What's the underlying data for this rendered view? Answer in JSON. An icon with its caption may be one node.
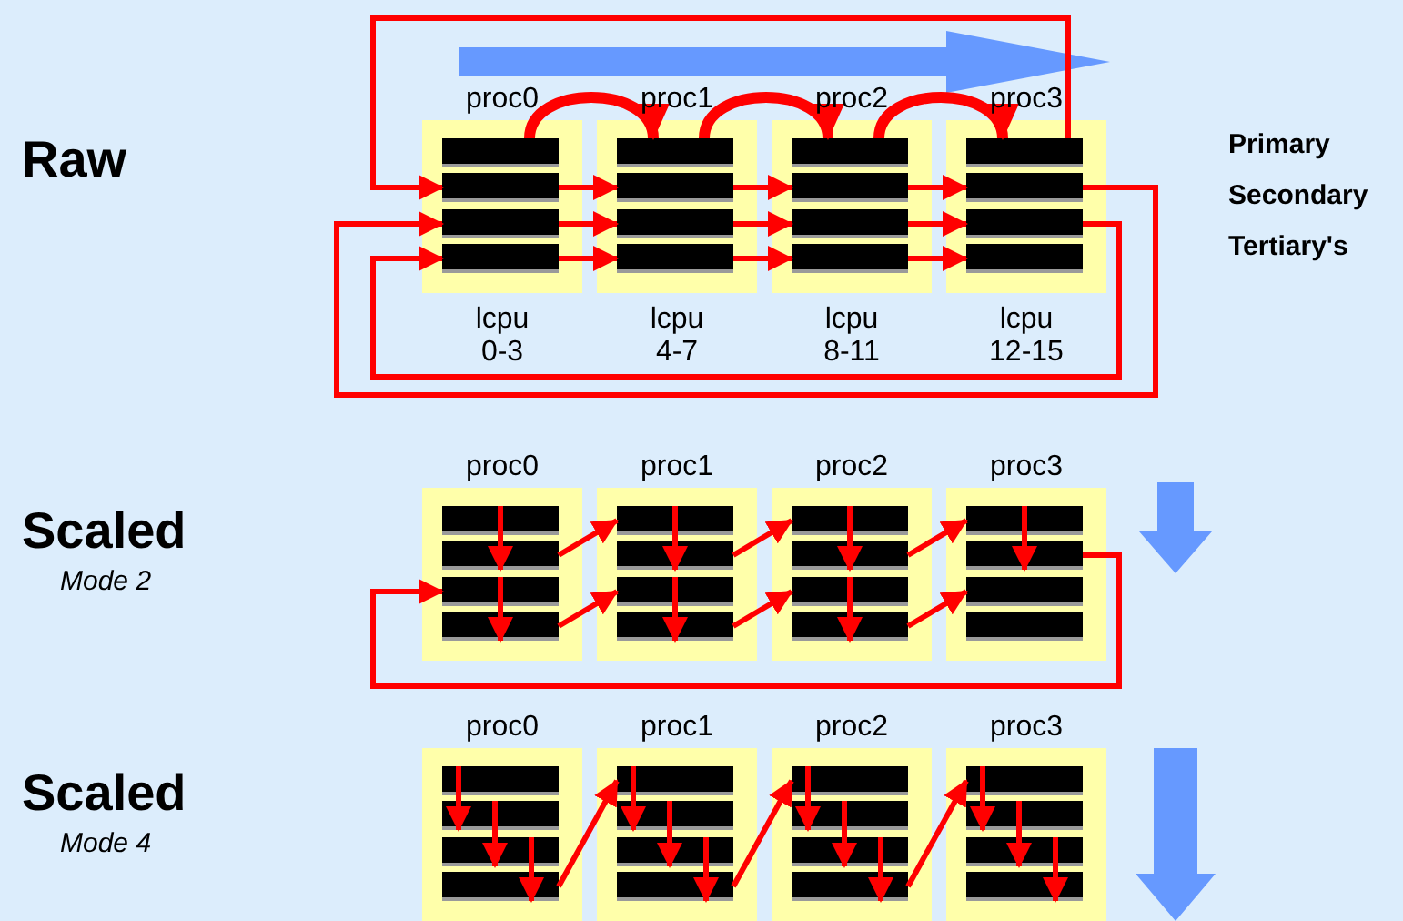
{
  "diagram": {
    "nodes": [
      {
        "text": [
          "proc0"
        ],
        "beside": [
          "lcpu 0-3"
        ]
      },
      {
        "text": [],
        "shape": "bar",
        "in": 0
      },
      {
        "text": [],
        "shape": "bar",
        "in": 0
      },
      {
        "text": [],
        "shape": "bar",
        "in": 0
      },
      {
        "text": [],
        "shape": "bar",
        "in": 0
      },
      {
        "text": [
          "proc1"
        ],
        "beside": [
          "lcpu 4-7"
        ]
      },
      {
        "text": [],
        "shape": "bar",
        "in": 5
      },
      {
        "text": [],
        "shape": "bar",
        "in": 5
      },
      {
        "text": [],
        "shape": "bar",
        "in": 5
      },
      {
        "text": [],
        "shape": "bar",
        "in": 5
      },
      {
        "text": [
          "proc2"
        ],
        "beside": [
          "lcpu 8-11"
        ]
      },
      {
        "text": [],
        "shape": "bar",
        "in": 10
      },
      {
        "text": [],
        "shape": "bar",
        "in": 10
      },
      {
        "text": [],
        "shape": "bar",
        "in": 10
      },
      {
        "text": [],
        "shape": "bar",
        "in": 10
      },
      {
        "text": [
          "proc3"
        ],
        "beside": [
          "lcpu 12-15"
        ]
      },
      {
        "text": [],
        "shape": "bar",
        "in": 15
      },
      {
        "text": [],
        "shape": "bar",
        "in": 15
      },
      {
        "text": [],
        "shape": "bar",
        "in": 15
      },
      {
        "text": [],
        "shape": "bar",
        "in": 15
      },
      {
        "text": [
          "proc0"
        ]
      },
      {
        "text": [],
        "shape": "bar",
        "in": 20
      },
      {
        "text": [],
        "shape": "bar",
        "in": 20
      },
      {
        "text": [],
        "shape": "bar",
        "in": 20
      },
      {
        "text": [],
        "shape": "bar",
        "in": 20
      },
      {
        "text": [
          "proc1"
        ]
      },
      {
        "text": [],
        "shape": "bar",
        "in": 25
      },
      {
        "text": [],
        "shape": "bar",
        "in": 25
      },
      {
        "text": [],
        "shape": "bar",
        "in": 25
      },
      {
        "text": [],
        "shape": "bar",
        "in": 25
      },
      {
        "text": [
          "proc2"
        ]
      },
      {
        "text": [],
        "shape": "bar",
        "in": 30
      },
      {
        "text": [],
        "shape": "bar",
        "in": 30
      },
      {
        "text": [],
        "shape": "bar",
        "in": 30
      },
      {
        "text": [],
        "shape": "bar",
        "in": 30
      },
      {
        "text": [
          "proc3"
        ]
      },
      {
        "text": [],
        "shape": "bar",
        "in": 35
      },
      {
        "text": [],
        "shape": "bar",
        "in": 35
      },
      {
        "text": [],
        "shape": "bar",
        "in": 35
      },
      {
        "text": [],
        "shape": "bar",
        "in": 35
      },
      {
        "text": [
          "proc0"
        ]
      },
      {
        "text": [],
        "shape": "bar",
        "in": 40
      },
      {
        "text": [],
        "shape": "bar",
        "in": 40
      },
      {
        "text": [],
        "shape": "bar",
        "in": 40
      },
      {
        "text": [],
        "shape": "bar",
        "in": 40
      },
      {
        "text": [
          "proc1"
        ]
      },
      {
        "text": [],
        "shape": "bar",
        "in": 45
      },
      {
        "text": [],
        "shape": "bar",
        "in": 45
      },
      {
        "text": [],
        "shape": "bar",
        "in": 45
      },
      {
        "text": [],
        "shape": "bar",
        "in": 45
      },
      {
        "text": [
          "proc2"
        ]
      },
      {
        "text": [],
        "shape": "bar",
        "in": 50
      },
      {
        "text": [],
        "shape": "bar",
        "in": 50
      },
      {
        "text": [],
        "shape": "bar",
        "in": 50
      },
      {
        "text": [],
        "shape": "bar",
        "in": 50
      },
      {
        "text": [
          "proc3"
        ]
      },
      {
        "text": [],
        "shape": "bar",
        "in": 55
      },
      {
        "text": [],
        "shape": "bar",
        "in": 55
      },
      {
        "text": [],
        "shape": "bar",
        "in": 55
      },
      {
        "text": [],
        "shape": "bar",
        "in": 55
      }
    ],
    "edges": [
      {
        "from": 1,
        "to": 6,
        "arrow": "to",
        "style": "thick"
      },
      {
        "from": 6,
        "to": 11,
        "arrow": "to",
        "style": "thick"
      },
      {
        "from": 11,
        "to": 16,
        "arrow": "to",
        "style": "thick"
      },
      {
        "from": 16,
        "to": 2,
        "arrow": "to"
      },
      {
        "from": 2,
        "to": 7,
        "arrow": "to"
      },
      {
        "from": 7,
        "to": 12,
        "arrow": "to"
      },
      {
        "from": 12,
        "to": 17,
        "arrow": "to"
      },
      {
        "from": 17,
        "to": 3,
        "arrow": "to"
      },
      {
        "from": 3,
        "to": 8,
        "arrow": "to"
      },
      {
        "from": 8,
        "to": 13,
        "arrow": "to"
      },
      {
        "from": 13,
        "to": 18,
        "arrow": "to"
      },
      {
        "from": 18,
        "to": 4,
        "arrow": "to"
      },
      {
        "from": 4,
        "to": 9,
        "arrow": "to"
      },
      {
        "from": 9,
        "to": 14,
        "arrow": "to"
      },
      {
        "from": 14,
        "to": 19,
        "arrow": "to"
      },
      {
        "from": 21,
        "to": 22,
        "arrow": "to"
      },
      {
        "from": 26,
        "to": 27,
        "arrow": "to"
      },
      {
        "from": 31,
        "to": 32,
        "arrow": "to"
      },
      {
        "from": 36,
        "to": 37,
        "arrow": "to"
      },
      {
        "from": 22,
        "to": 26,
        "arrow": "to"
      },
      {
        "from": 27,
        "to": 31,
        "arrow": "to"
      },
      {
        "from": 32,
        "to": 36,
        "arrow": "to"
      },
      {
        "from": 37,
        "to": 23,
        "arrow": "to"
      },
      {
        "from": 23,
        "to": 24,
        "arrow": "to"
      },
      {
        "from": 28,
        "to": 29,
        "arrow": "to"
      },
      {
        "from": 33,
        "to": 34,
        "arrow": "to"
      },
      {
        "from": 24,
        "to": 28,
        "arrow": "to"
      },
      {
        "from": 29,
        "to": 33,
        "arrow": "to"
      },
      {
        "from": 34,
        "to": 38,
        "arrow": "to"
      },
      {
        "from": 41,
        "to": 42,
        "arrow": "to"
      },
      {
        "from": 42,
        "to": 43,
        "arrow": "to"
      },
      {
        "from": 43,
        "to": 44,
        "arrow": "to"
      },
      {
        "from": 44,
        "to": 46,
        "arrow": "to"
      },
      {
        "from": 46,
        "to": 47,
        "arrow": "to"
      },
      {
        "from": 47,
        "to": 48,
        "arrow": "to"
      },
      {
        "from": 48,
        "to": 49,
        "arrow": "to"
      },
      {
        "from": 49,
        "to": 51,
        "arrow": "to"
      },
      {
        "from": 51,
        "to": 52,
        "arrow": "to"
      },
      {
        "from": 52,
        "to": 53,
        "arrow": "to"
      },
      {
        "from": 53,
        "to": 54,
        "arrow": "to"
      },
      {
        "from": 54,
        "to": 56,
        "arrow": "to"
      },
      {
        "from": 56,
        "to": 57,
        "arrow": "to"
      },
      {
        "from": 57,
        "to": 58,
        "arrow": "to"
      },
      {
        "from": 58,
        "to": 59,
        "arrow": "to"
      }
    ],
    "labels": [
      "Raw",
      "Primary",
      "Secondary",
      "Tertiary's",
      "Scaled",
      "Mode 2",
      "Scaled",
      "Mode 4"
    ]
  }
}
